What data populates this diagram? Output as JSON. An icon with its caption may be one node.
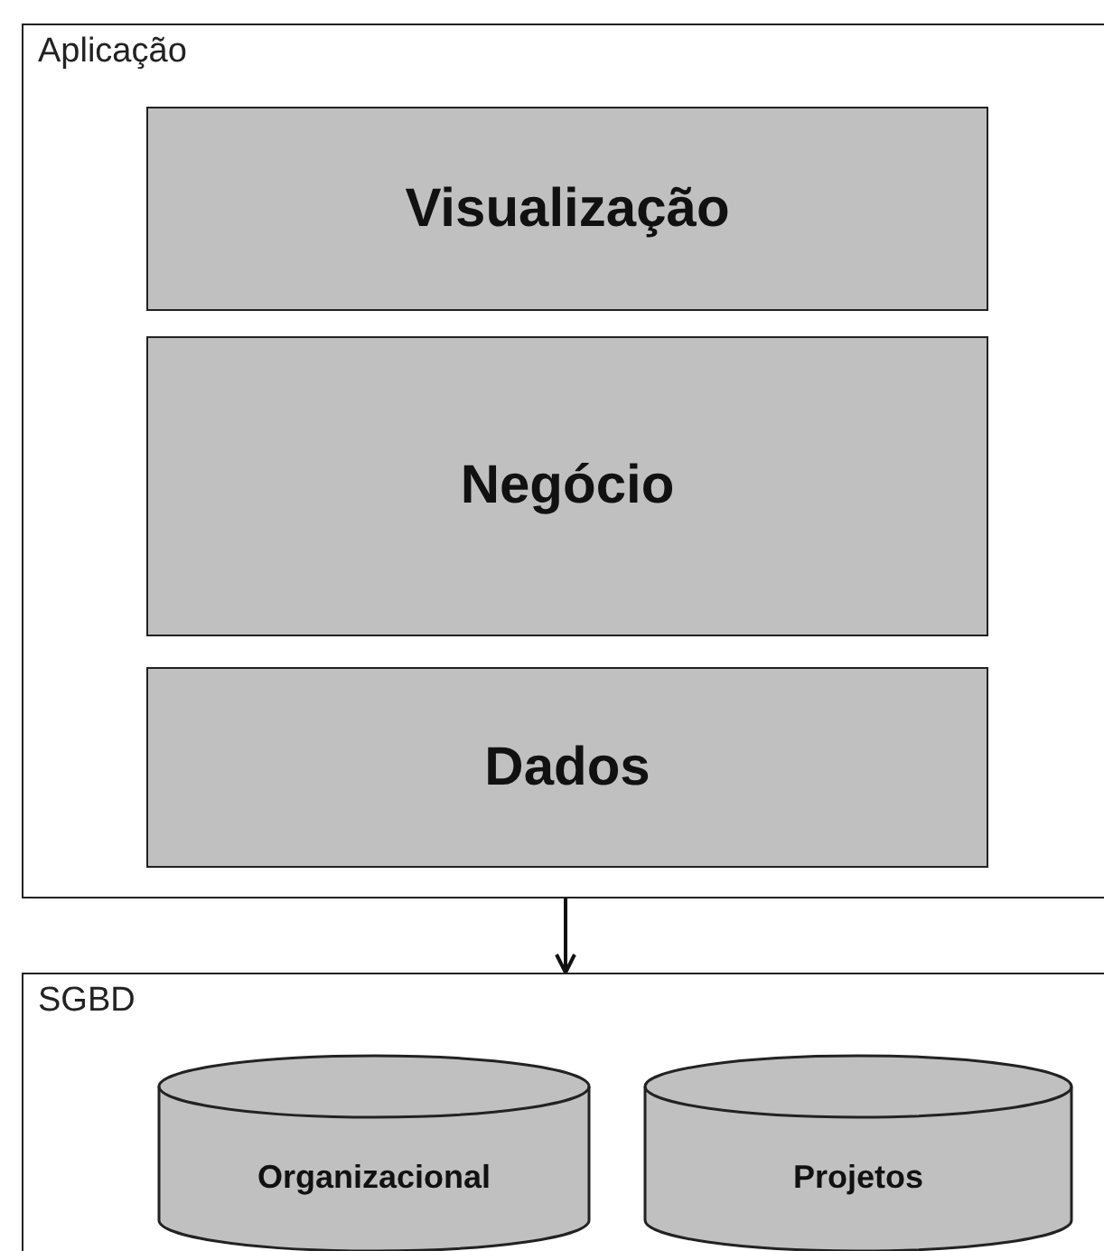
{
  "diagram": {
    "nodes": [
      {
        "text": [
          "Aplicação"
        ]
      },
      {
        "text": [
          "Visualização"
        ],
        "in": 0
      },
      {
        "text": [
          "Negócio"
        ],
        "in": 0
      },
      {
        "text": [
          "Dados"
        ],
        "in": 0
      },
      {
        "text": [
          "SGBD"
        ]
      },
      {
        "text": [
          "Organizacional"
        ],
        "in": 4
      },
      {
        "text": [
          "Projetos"
        ],
        "in": 4
      }
    ],
    "edges": [
      {
        "from": 3,
        "to": 4,
        "arrow": "to"
      }
    ]
  }
}
